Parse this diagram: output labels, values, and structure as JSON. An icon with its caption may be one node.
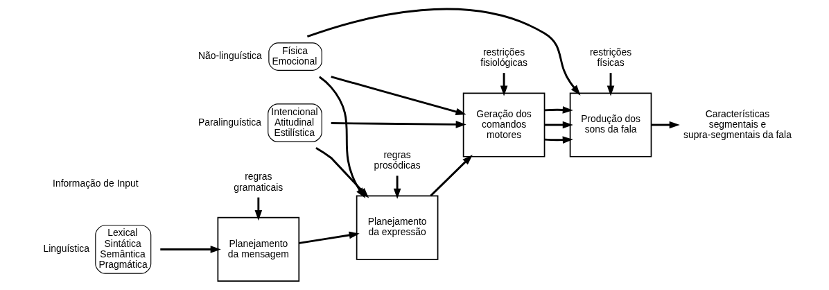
{
  "diagram": {
    "nodes": [
      {
        "text": [
          "Lexical",
          "Sintática",
          "Semântica",
          "Pragmática"
        ],
        "beside": [
          "Linguística"
        ]
      },
      {
        "text": [
          "Intencional",
          "Atitudinal",
          "Estilística"
        ],
        "beside": [
          "Paralinguística"
        ]
      },
      {
        "text": [
          "Física",
          "Emocional"
        ],
        "beside": [
          "Não-linguística"
        ]
      },
      {
        "text": [
          "regras gramaticais"
        ]
      },
      {
        "text": [
          "regras prosódicas"
        ]
      },
      {
        "text": [
          "restrições fisiológicas"
        ]
      },
      {
        "text": [
          "restrições físicas"
        ]
      },
      {
        "text": [
          "Planejamento da mensagem"
        ]
      },
      {
        "text": [
          "Planejamento da expressão"
        ]
      },
      {
        "text": [
          "Geração dos comandos motores"
        ]
      },
      {
        "text": [
          "Produção dos sons da fala"
        ]
      },
      {
        "text": [
          "Características segmentais e supra-segmentais da fala"
        ]
      }
    ],
    "edges": [
      {
        "from": 0,
        "to": 7,
        "arrow": "to"
      },
      {
        "from": 7,
        "to": 8,
        "arrow": "to"
      },
      {
        "from": 8,
        "to": 9,
        "arrow": "to"
      },
      {
        "from": 9,
        "to": 10,
        "arrow": "to"
      },
      {
        "from": 9,
        "to": 10,
        "arrow": "to"
      },
      {
        "from": 9,
        "to": 10,
        "arrow": "to"
      },
      {
        "from": 10,
        "to": 11,
        "arrow": "to"
      },
      {
        "from": 3,
        "to": 7,
        "arrow": "to"
      },
      {
        "from": 4,
        "to": 8,
        "arrow": "to"
      },
      {
        "from": 5,
        "to": 9,
        "arrow": "to"
      },
      {
        "from": 6,
        "to": 10,
        "arrow": "to"
      },
      {
        "from": 1,
        "to": 8,
        "arrow": "to"
      },
      {
        "from": 1,
        "to": 9,
        "arrow": "to"
      },
      {
        "from": 2,
        "to": 8,
        "arrow": "to"
      },
      {
        "from": 2,
        "to": 9,
        "arrow": "to"
      },
      {
        "from": 2,
        "to": 10,
        "arrow": "to"
      }
    ],
    "labels": [
      "Informação de Input"
    ]
  }
}
